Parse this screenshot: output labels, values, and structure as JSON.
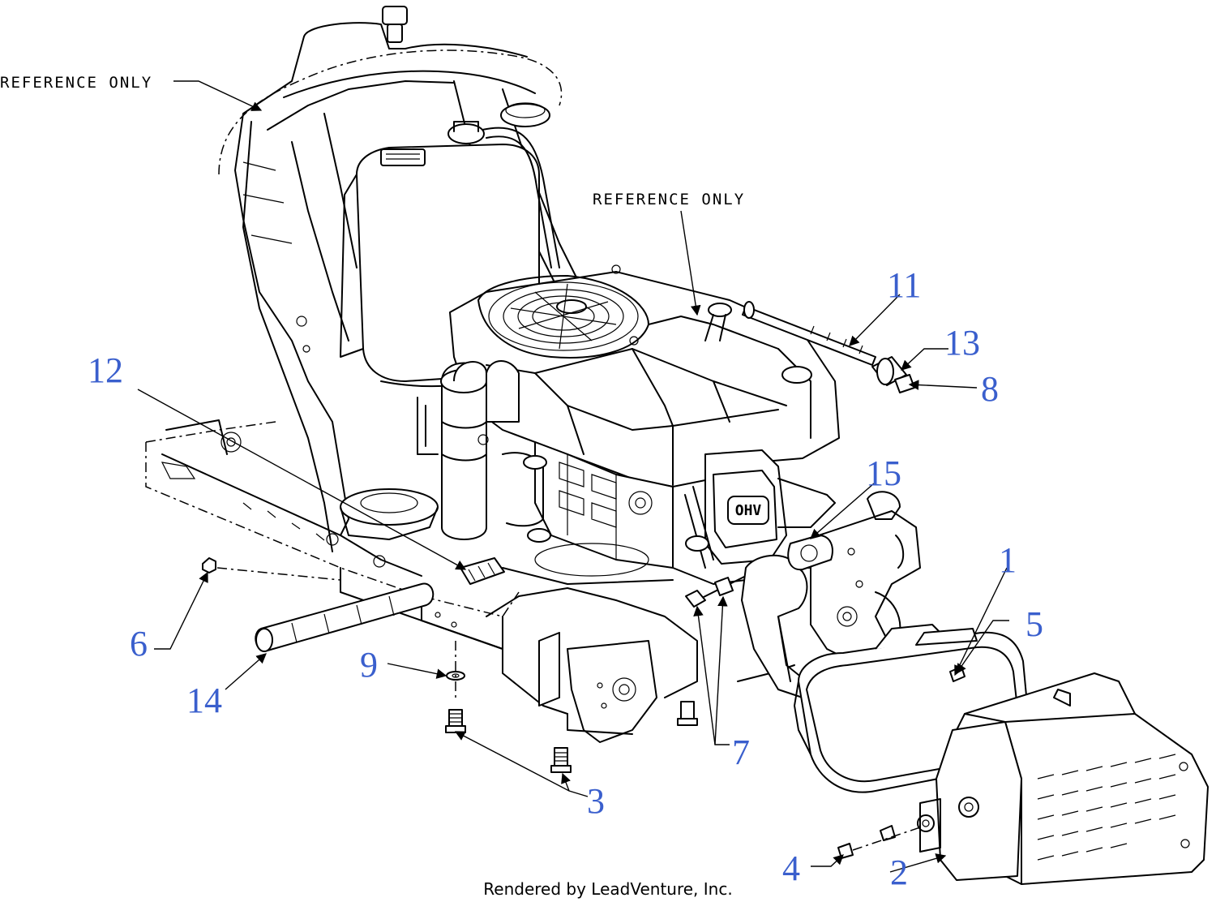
{
  "reference_labels": [
    "REFERENCE ONLY",
    "REFERENCE ONLY"
  ],
  "callouts": [
    "1",
    "2",
    "3",
    "4",
    "5",
    "6",
    "7",
    "8",
    "9",
    "11",
    "12",
    "13",
    "14",
    "15"
  ],
  "engine_badge": "OHV",
  "footer": "Rendered by LeadVenture, Inc.",
  "colors": {
    "callout": "#3a5fcd",
    "line": "#000000"
  }
}
